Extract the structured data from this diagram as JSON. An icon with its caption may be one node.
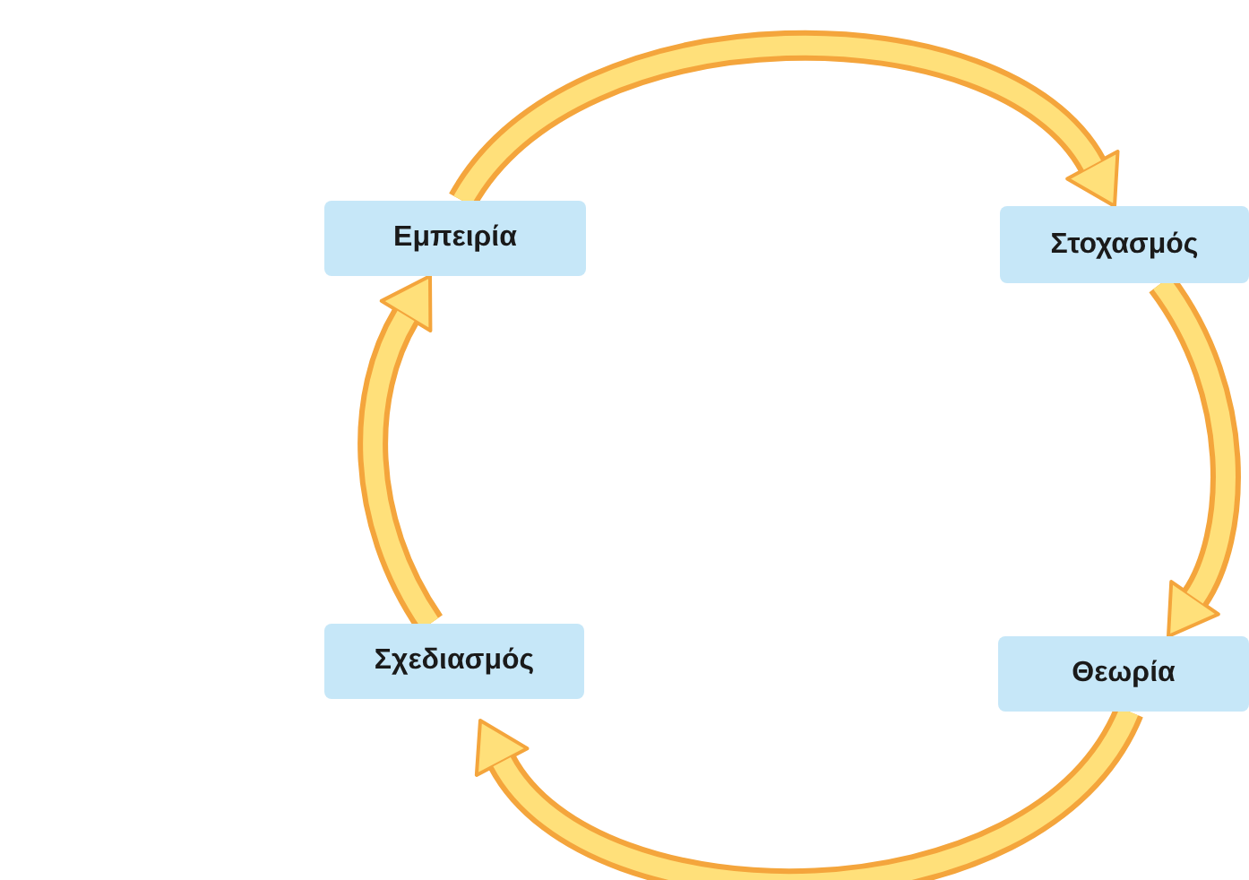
{
  "diagram": {
    "nodes": [
      {
        "text": [
          "Εμπειρία"
        ]
      },
      {
        "text": [
          "Στοχασμός"
        ]
      },
      {
        "text": [
          "Θεωρία"
        ]
      },
      {
        "text": [
          "Σχεδιασμός"
        ]
      }
    ],
    "edges": [
      {
        "from": 0,
        "to": 1,
        "arrow": "to"
      },
      {
        "from": 1,
        "to": 2,
        "arrow": "to"
      },
      {
        "from": 2,
        "to": 3,
        "arrow": "to"
      },
      {
        "from": 3,
        "to": 0,
        "arrow": "to"
      }
    ]
  }
}
